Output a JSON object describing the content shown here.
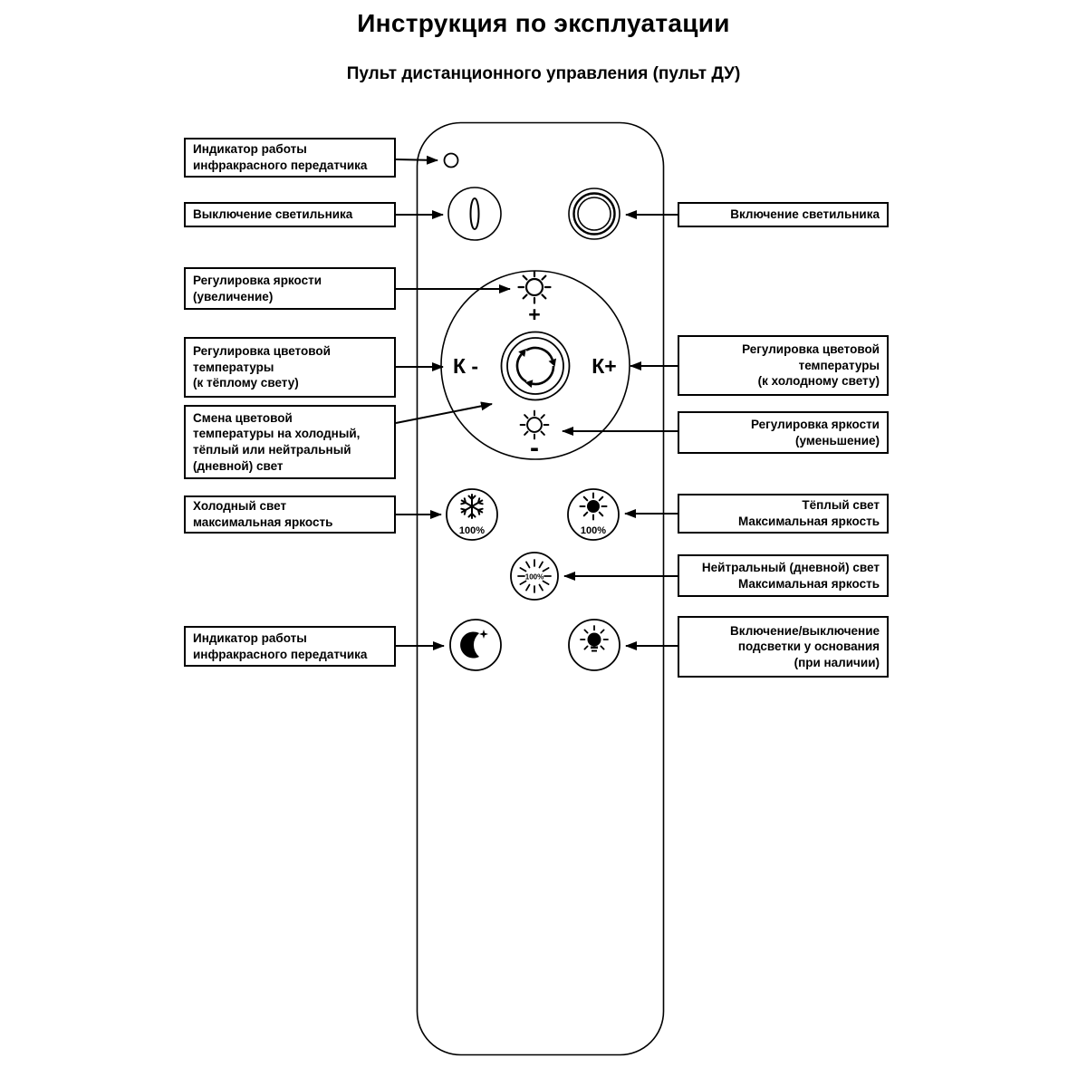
{
  "title": "Инструкция по эксплуатации",
  "subtitle": "Пульт дистанционного управления (пульт ДУ)",
  "remote": {
    "k_minus_label": "К -",
    "k_plus_label": "К+",
    "plus_label": "+",
    "minus_label": "-",
    "percent_label": "100%",
    "icons": [
      "ir-indicator-icon",
      "power-off-icon",
      "power-on-icon",
      "brightness-up-sun-icon",
      "color-cycle-icon",
      "brightness-down-sun-icon",
      "snowflake-icon",
      "sun-filled-icon",
      "sun-neutral-icon",
      "moon-icon",
      "bulb-icon"
    ]
  },
  "callouts_left": [
    {
      "text": "Индикатор работы\nинфракрасного передатчика"
    },
    {
      "text": "Выключение светильника"
    },
    {
      "text": "Регулировка яркости\n(увеличение)"
    },
    {
      "text": "Регулировка цветовой\nтемпературы\n(к тёплому свету)"
    },
    {
      "text": "Смена цветовой\nтемпературы на холодный,\nтёплый или нейтральный\n(дневной) свет"
    },
    {
      "text": "Холодный свет\nмаксимальная яркость"
    },
    {
      "text": "Индикатор работы\nинфракрасного передатчика"
    }
  ],
  "callouts_right": [
    {
      "text": "Включение светильника"
    },
    {
      "text": "Регулировка цветовой\nтемпературы\n(к холодному свету)"
    },
    {
      "text": "Регулировка яркости\n(уменьшение)"
    },
    {
      "text": "Тёплый свет\nМаксимальная яркость"
    },
    {
      "text": "Нейтральный (дневной) свет\nМаксимальная яркость"
    },
    {
      "text": "Включение/выключение\nподсветки у основания\n(при наличии)"
    }
  ]
}
